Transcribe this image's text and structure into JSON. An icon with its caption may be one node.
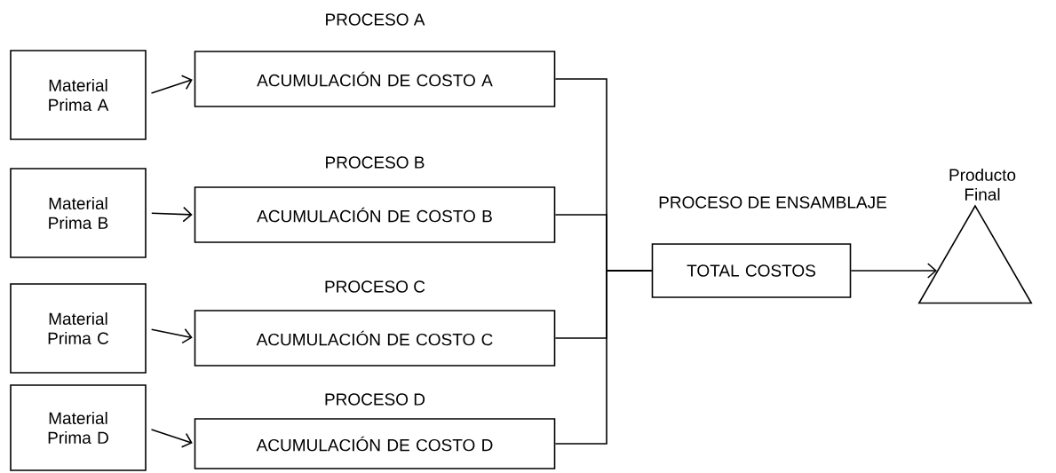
{
  "diagram": {
    "nodes": [
      {
        "text": [
          "Material Prima A"
        ]
      },
      {
        "text": [
          "Material Prima B"
        ]
      },
      {
        "text": [
          "Material Prima C"
        ]
      },
      {
        "text": [
          "Material Prima D"
        ]
      },
      {
        "text": [
          "PROCESO A",
          "ACUMULACIÓN DE COSTO A"
        ]
      },
      {
        "text": [
          "PROCESO B",
          "ACUMULACIÓN DE COSTO B"
        ]
      },
      {
        "text": [
          "PROCESO C",
          "ACUMULACIÓN DE COSTO C"
        ]
      },
      {
        "text": [
          "PROCESO D",
          "ACUMULACIÓN DE COSTO D"
        ]
      },
      {
        "text": [
          "PROCESO  DE ENSAMBLAJE",
          "TOTAL COSTOS"
        ]
      },
      {
        "text": [
          "Producto Final"
        ]
      }
    ],
    "edges": [
      {
        "from": 0,
        "to": 4,
        "arrow": "to"
      },
      {
        "from": 1,
        "to": 5,
        "arrow": "to"
      },
      {
        "from": 2,
        "to": 6,
        "arrow": "to"
      },
      {
        "from": 3,
        "to": 7,
        "arrow": "to"
      },
      {
        "from": 4,
        "to": 8,
        "arrow": "none"
      },
      {
        "from": 5,
        "to": 8,
        "arrow": "none"
      },
      {
        "from": 6,
        "to": 8,
        "arrow": "none"
      },
      {
        "from": 7,
        "to": 8,
        "arrow": "none"
      },
      {
        "from": 8,
        "to": 9,
        "arrow": "to"
      }
    ]
  }
}
